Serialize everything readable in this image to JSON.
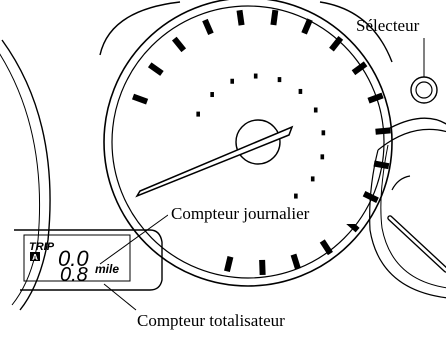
{
  "labels": {
    "selector": "Sélecteur",
    "trip_meter": "Compteur journalier",
    "odometer": "Compteur totalisateur"
  },
  "display": {
    "trip_label": "TRIP",
    "trip_selection": "A",
    "trip_value": "0.0",
    "odometer_value": "0.8",
    "odometer_unit": "mile"
  },
  "icons": {
    "selector_knob": "selector-knob-icon",
    "speedometer": "speedometer-icon",
    "needle": "needle-icon"
  }
}
